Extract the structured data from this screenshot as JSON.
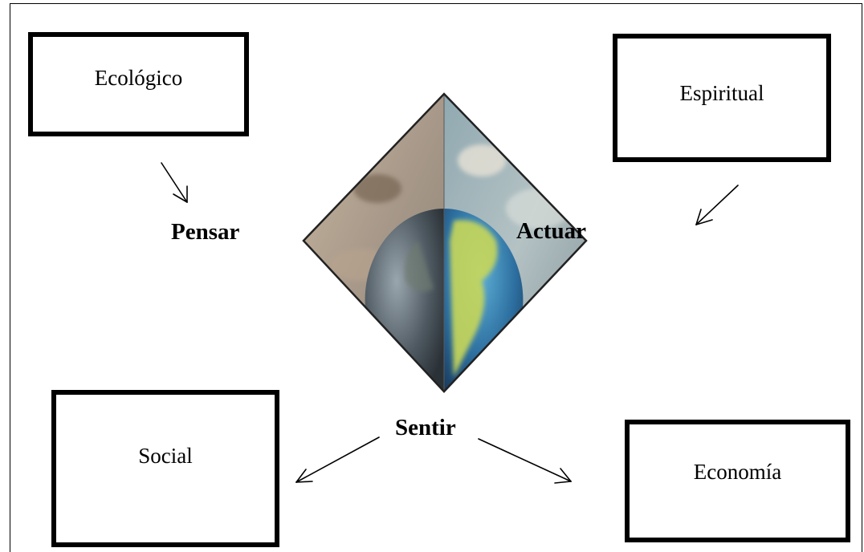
{
  "boxes": {
    "ecologico": "Ecológico",
    "espiritual": "Espiritual",
    "social": "Social",
    "economia": "Economía"
  },
  "words": {
    "pensar": "Pensar",
    "actuar": "Actuar",
    "sentir": "Sentir"
  }
}
